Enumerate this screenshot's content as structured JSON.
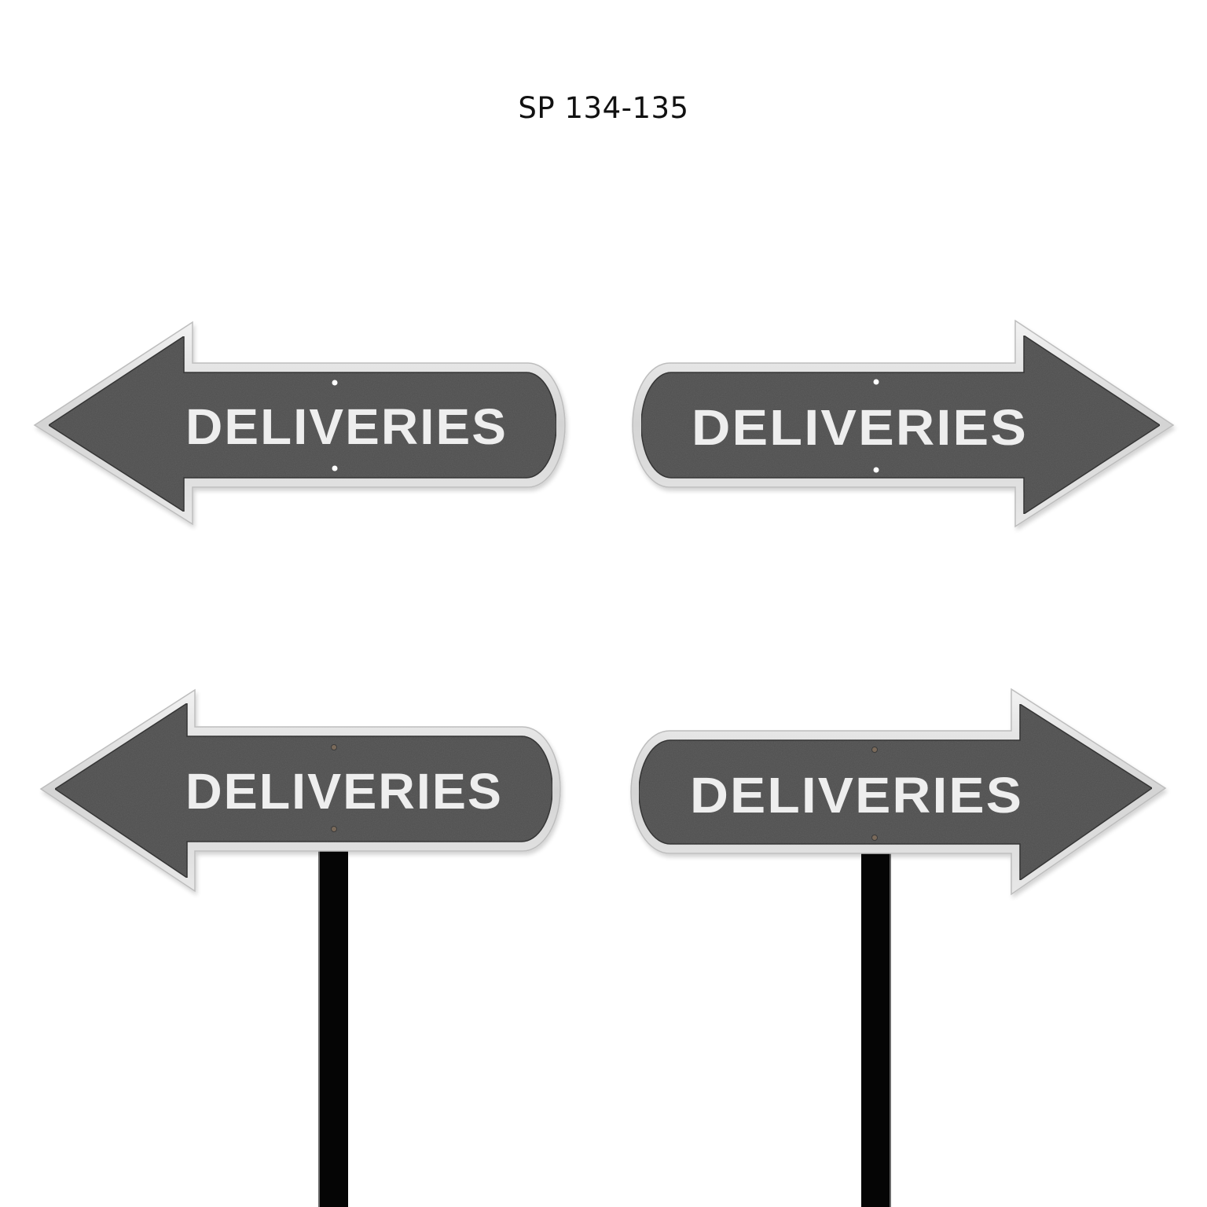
{
  "caption": {
    "model_code": "SP 134-135"
  },
  "signs": [
    {
      "position": "top-left",
      "direction": "left",
      "label": "DELIVERIES",
      "mount": "wall",
      "fasteners": "holes"
    },
    {
      "position": "top-right",
      "direction": "right",
      "label": "DELIVERIES",
      "mount": "wall",
      "fasteners": "holes"
    },
    {
      "position": "bottom-left",
      "direction": "left",
      "label": "DELIVERIES",
      "mount": "stake",
      "fasteners": "screws"
    },
    {
      "position": "bottom-right",
      "direction": "right",
      "label": "DELIVERIES",
      "mount": "stake",
      "fasteners": "screws"
    }
  ],
  "colors": {
    "background": "#ffffff",
    "plaque_face": "#5f5f5f",
    "plaque_border": "#d9d9d9",
    "letters": "#eeeeee",
    "stake": "#050505",
    "caption_text": "#111111"
  }
}
